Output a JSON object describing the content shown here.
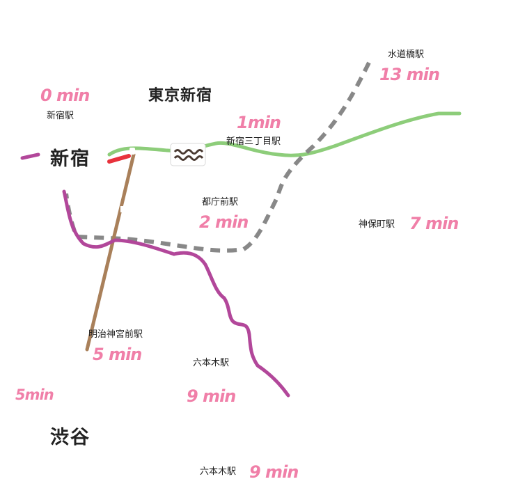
{
  "colors": {
    "time": "#f07fa8",
    "green_line": "#8dcd7a",
    "purple_line": "#b2479a",
    "gray_line": "#888888",
    "brown_line": "#a9805a",
    "red_line": "#e8323c",
    "ruins_icon_bg": "#ffffff",
    "ruins_icon_fg": "#4a3a32"
  },
  "areas": {
    "shinjuku": "新宿",
    "tokyo_shinjuku": "東京新宿",
    "shibuya": "渋谷"
  },
  "stations": [
    {
      "id": "shinjuku",
      "name": "新宿駅",
      "time": "0 min"
    },
    {
      "id": "shinjuku-sanchome",
      "name": "新宿三丁目駅",
      "time": "1min"
    },
    {
      "id": "suidobashi",
      "name": "水道橋駅",
      "time": "13 min"
    },
    {
      "id": "tochomae",
      "name": "都庁前駅",
      "time": "2 min"
    },
    {
      "id": "jimbocho",
      "name": "神保町駅",
      "time": "7 min"
    },
    {
      "id": "meiji-jingumae",
      "name": "明治神宮前駅",
      "time": "5 min"
    },
    {
      "id": "roppongi",
      "name": "六本木駅",
      "time": "9 min"
    },
    {
      "id": "roppongi-2",
      "name": "六本木駅",
      "time": "9 min"
    }
  ],
  "extra_time": "5min",
  "icons": [
    "ruins-icon"
  ]
}
